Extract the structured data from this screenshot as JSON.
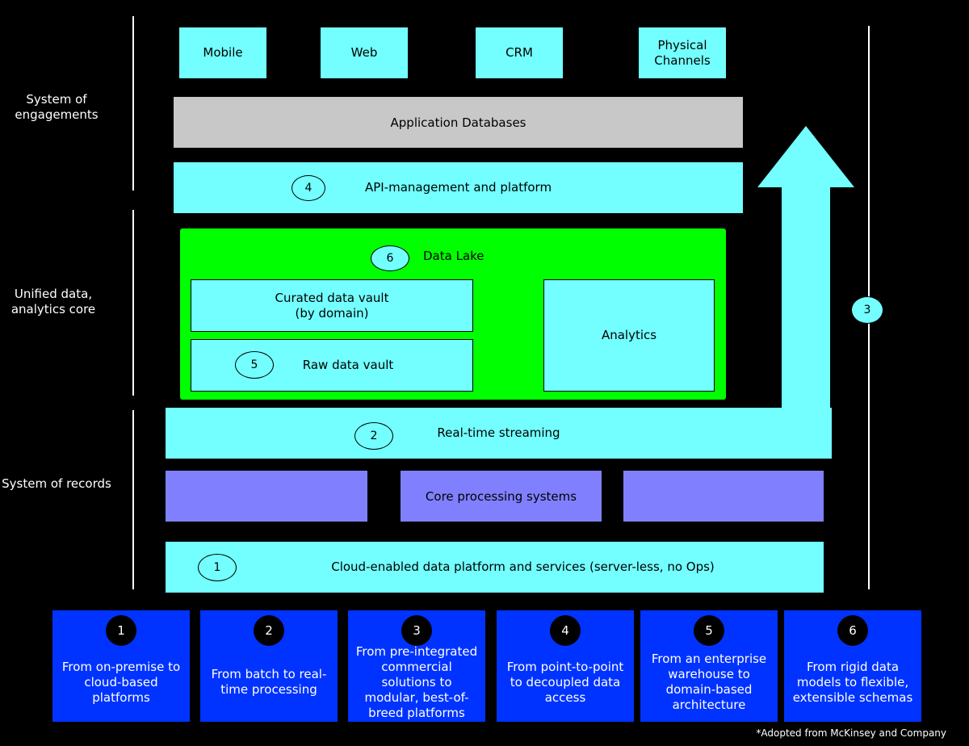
{
  "side_labels": {
    "engagements": "System of engagements",
    "unified": "Unified data, analytics core",
    "records": "System of records"
  },
  "channels": [
    "Mobile",
    "Web",
    "CRM",
    "Physical Channels"
  ],
  "layers": {
    "app_db": "Application Databases",
    "api": "API-management and platform",
    "data_lake": "Data Lake",
    "curated": "Curated data vault (by domain)",
    "raw": "Raw data vault",
    "analytics": "Analytics",
    "streaming": "Real-time streaming",
    "core": "Core processing systems",
    "cloud": "Cloud-enabled data platform and services (server-less, no Ops)"
  },
  "markers": {
    "api": "4",
    "data_lake": "6",
    "raw": "5",
    "streaming": "2",
    "cloud": "1",
    "arrow": "3"
  },
  "shifts": [
    {
      "num": "1",
      "text": "From on-premise to cloud-based platforms"
    },
    {
      "num": "2",
      "text": "From batch to real-time processing"
    },
    {
      "num": "3",
      "text": "From pre-integrated commercial solutions to modular, best-of-breed platforms"
    },
    {
      "num": "4",
      "text": "From point-to-point to decoupled data access"
    },
    {
      "num": "5",
      "text": "From an enterprise warehouse to domain-based architecture"
    },
    {
      "num": "6",
      "text": "From rigid data models to flexible, extensible schemas"
    }
  ],
  "footnote": "*Adopted from McKinsey and Company",
  "colors": {
    "cyan": "#73ffff",
    "grey": "#c8c8c8",
    "green": "#00ff00",
    "purple": "#8080ff",
    "blue": "#0033ff",
    "background": "#000000"
  }
}
